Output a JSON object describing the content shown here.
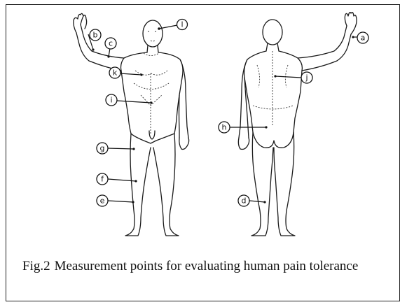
{
  "caption": {
    "figure_number": "Fig.2",
    "text": "Measurement points for evaluating human pain tolerance"
  },
  "markers": {
    "a": "a",
    "b": "b",
    "c": "c",
    "d": "d",
    "e": "e",
    "f": "f",
    "g": "g",
    "h": "h",
    "i": "i",
    "j": "j",
    "k": "k",
    "l": "l"
  }
}
